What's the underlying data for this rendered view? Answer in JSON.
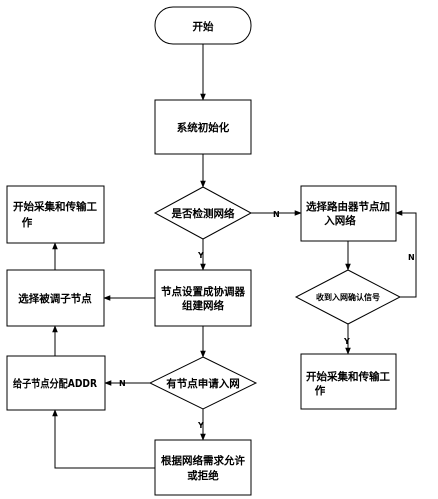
{
  "flowchart": {
    "start": "开始",
    "init": "系统初始化",
    "check_network": "是否检测网络",
    "select_router": [
      "选择路由器节点加",
      "入网络"
    ],
    "wait_join": "收到入网确认信号",
    "start_work_right": [
      "开始采集和传输工",
      "作"
    ],
    "setup_config": [
      "节点设置成协调器",
      "组建网络"
    ],
    "start_work_left": [
      "开始采集和传输工",
      "作"
    ],
    "select_child": "选择被调子节点",
    "has_join_request": "有节点申请入网",
    "assign_addr": "给子节点分配ADDR",
    "decide_allow": [
      "根据网络需求允许",
      "或拒绝"
    ],
    "labels": {
      "yes": "Y",
      "no": "N"
    }
  }
}
